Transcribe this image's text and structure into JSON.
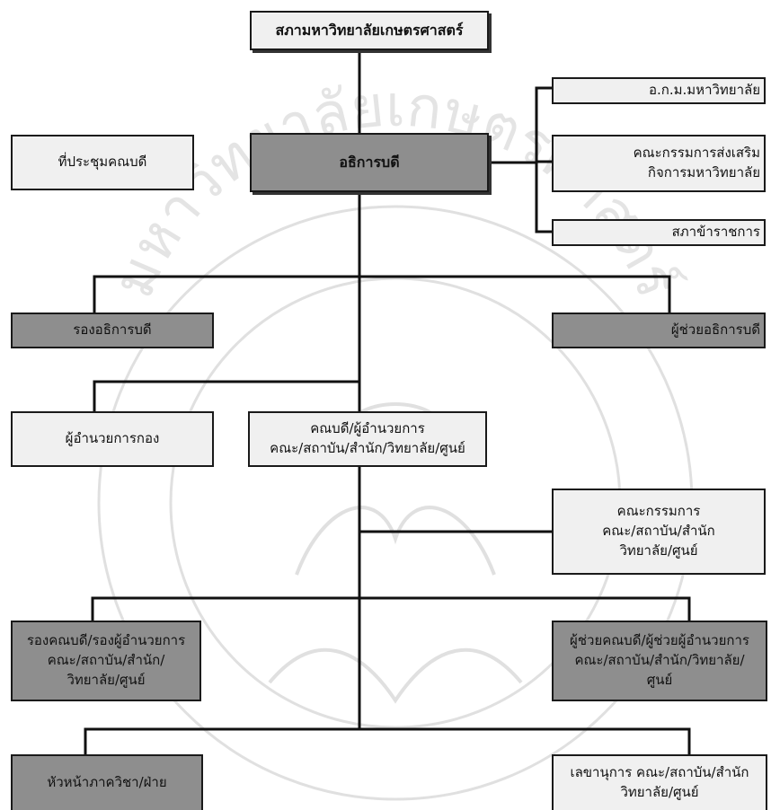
{
  "title": "สภามหาวิทยาลัยเกษตรศาสตร์",
  "president": "อธิการบดี",
  "council_meeting": "ที่ประชุมคณบดี",
  "advisory": {
    "ocmm": "อ.ก.ม.มหาวิทยาลัย",
    "promotion_committee": [
      "คณะกรรมการส่งเสริม",
      "กิจการมหาวิทยาลัย"
    ],
    "civil_service_council": "สภาข้าราชการ"
  },
  "vice_president": "รองอธิการบดี",
  "assistant_president": "ผู้ช่วยอธิการบดี",
  "division_director": "ผู้อำนวยการกอง",
  "dean": [
    "คณบดี/ผู้อำนวยการ",
    "คณะ/สถาบัน/สำนัก/วิทยาลัย/ศูนย์"
  ],
  "faculty_committee": [
    "คณะกรรมการ",
    "คณะ/สถาบัน/สำนัก",
    "วิทยาลัย/ศูนย์"
  ],
  "associate_dean": [
    "รองคณบดี/รองผู้อำนวยการ",
    "คณะ/สถาบัน/สำนัก/",
    "วิทยาลัย/ศูนย์"
  ],
  "assistant_dean": [
    "ผู้ช่วยคณบดี/ผู้ช่วยผู้อำนวยการ",
    "คณะ/สถาบัน/สำนัก/วิทยาลัย/",
    "ศูนย์"
  ],
  "department_head": "หัวหน้าภาควิชา/ฝ่าย",
  "secretary": [
    "เลขานุการ คณะ/สถาบัน/สำนัก",
    "วิทยาลัย/ศูนย์"
  ],
  "watermark_text": "มหาวิทยาลัยเกษตรศาสตร์",
  "colors": {
    "light_box": "#f0f0f0",
    "dark_box": "#8e8e8e",
    "line": "#111111",
    "watermark": "#dcdcdc"
  }
}
